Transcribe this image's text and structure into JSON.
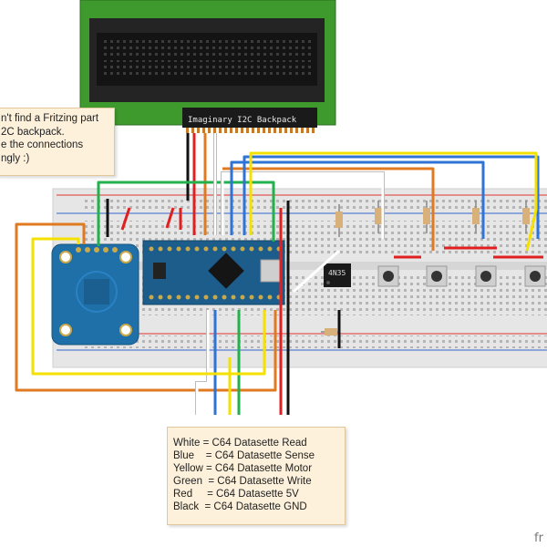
{
  "lcd": {
    "backpack_label": "Imaginary I2C Backpack"
  },
  "left_note": {
    "lines": [
      "n't find a Fritzing part",
      "2C backpack.",
      "e the connections",
      "ngly :)"
    ]
  },
  "legend_note": {
    "lines": [
      "White = C64 Datasette Read",
      "Blue    = C64 Datasette Sense",
      "Yellow = C64 Datasette Motor",
      "Green  = C64 Datasette Write",
      "Red     = C64 Datasette 5V",
      "Black  = C64 Datasette GND"
    ]
  },
  "optocoupler_label": "4N35",
  "brand_text": "fr",
  "colors": {
    "lcd_board": "#3f9a2e",
    "lcd_screen": "#1b1b1b",
    "breadboard": "#e6e6e6",
    "module_blue": "#1f6fa8",
    "arduino_blue": "#1c5d8c",
    "wire_white": "#ffffff",
    "wire_blue": "#2e73d6",
    "wire_yellow": "#f5e100",
    "wire_green": "#22b14c",
    "wire_red": "#e02020",
    "wire_black": "#111111",
    "wire_orange": "#e07a20",
    "note_bg": "#fdf1dc"
  }
}
